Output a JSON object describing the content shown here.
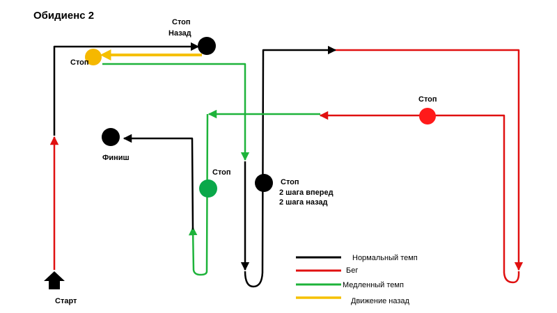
{
  "title": "Обидиенс 2",
  "colors": {
    "normal": "#000000",
    "run": "#e01010",
    "slow": "#1db33a",
    "back": "#f5c000",
    "stop_black": "#000000",
    "stop_yellow": "#f5b800",
    "stop_red": "#ff1a1a",
    "stop_green": "#0aa84a"
  },
  "labels": {
    "start": "Старт",
    "finish": "Финиш",
    "stop_back_line1": "Стоп",
    "stop_back_line2": "Назад",
    "stop_yellow": "Стоп",
    "stop_red": "Стоп",
    "stop_green": "Стоп",
    "stop_steps_line1": "Стоп",
    "stop_steps_line2": "2 шага вперед",
    "stop_steps_line3": "2 шага назад"
  },
  "legend": [
    {
      "key": "normal",
      "label": "Нормальный темп"
    },
    {
      "key": "run",
      "label": "Бег"
    },
    {
      "key": "slow",
      "label": "Медленный темп"
    },
    {
      "key": "back",
      "label": "Движение назад"
    }
  ]
}
